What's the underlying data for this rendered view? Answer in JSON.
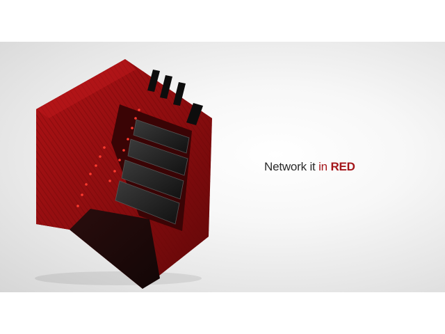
{
  "headline": {
    "prefix": "Network it ",
    "connector": "in",
    "emphasis": "RED"
  },
  "colors": {
    "accent": "#a4161a",
    "device_body": "#8e0d0f",
    "led": "#ff3b2f",
    "background_light": "#ffffff",
    "background_edge": "#d6d6d6"
  },
  "product": {
    "drive_bays": 4
  }
}
